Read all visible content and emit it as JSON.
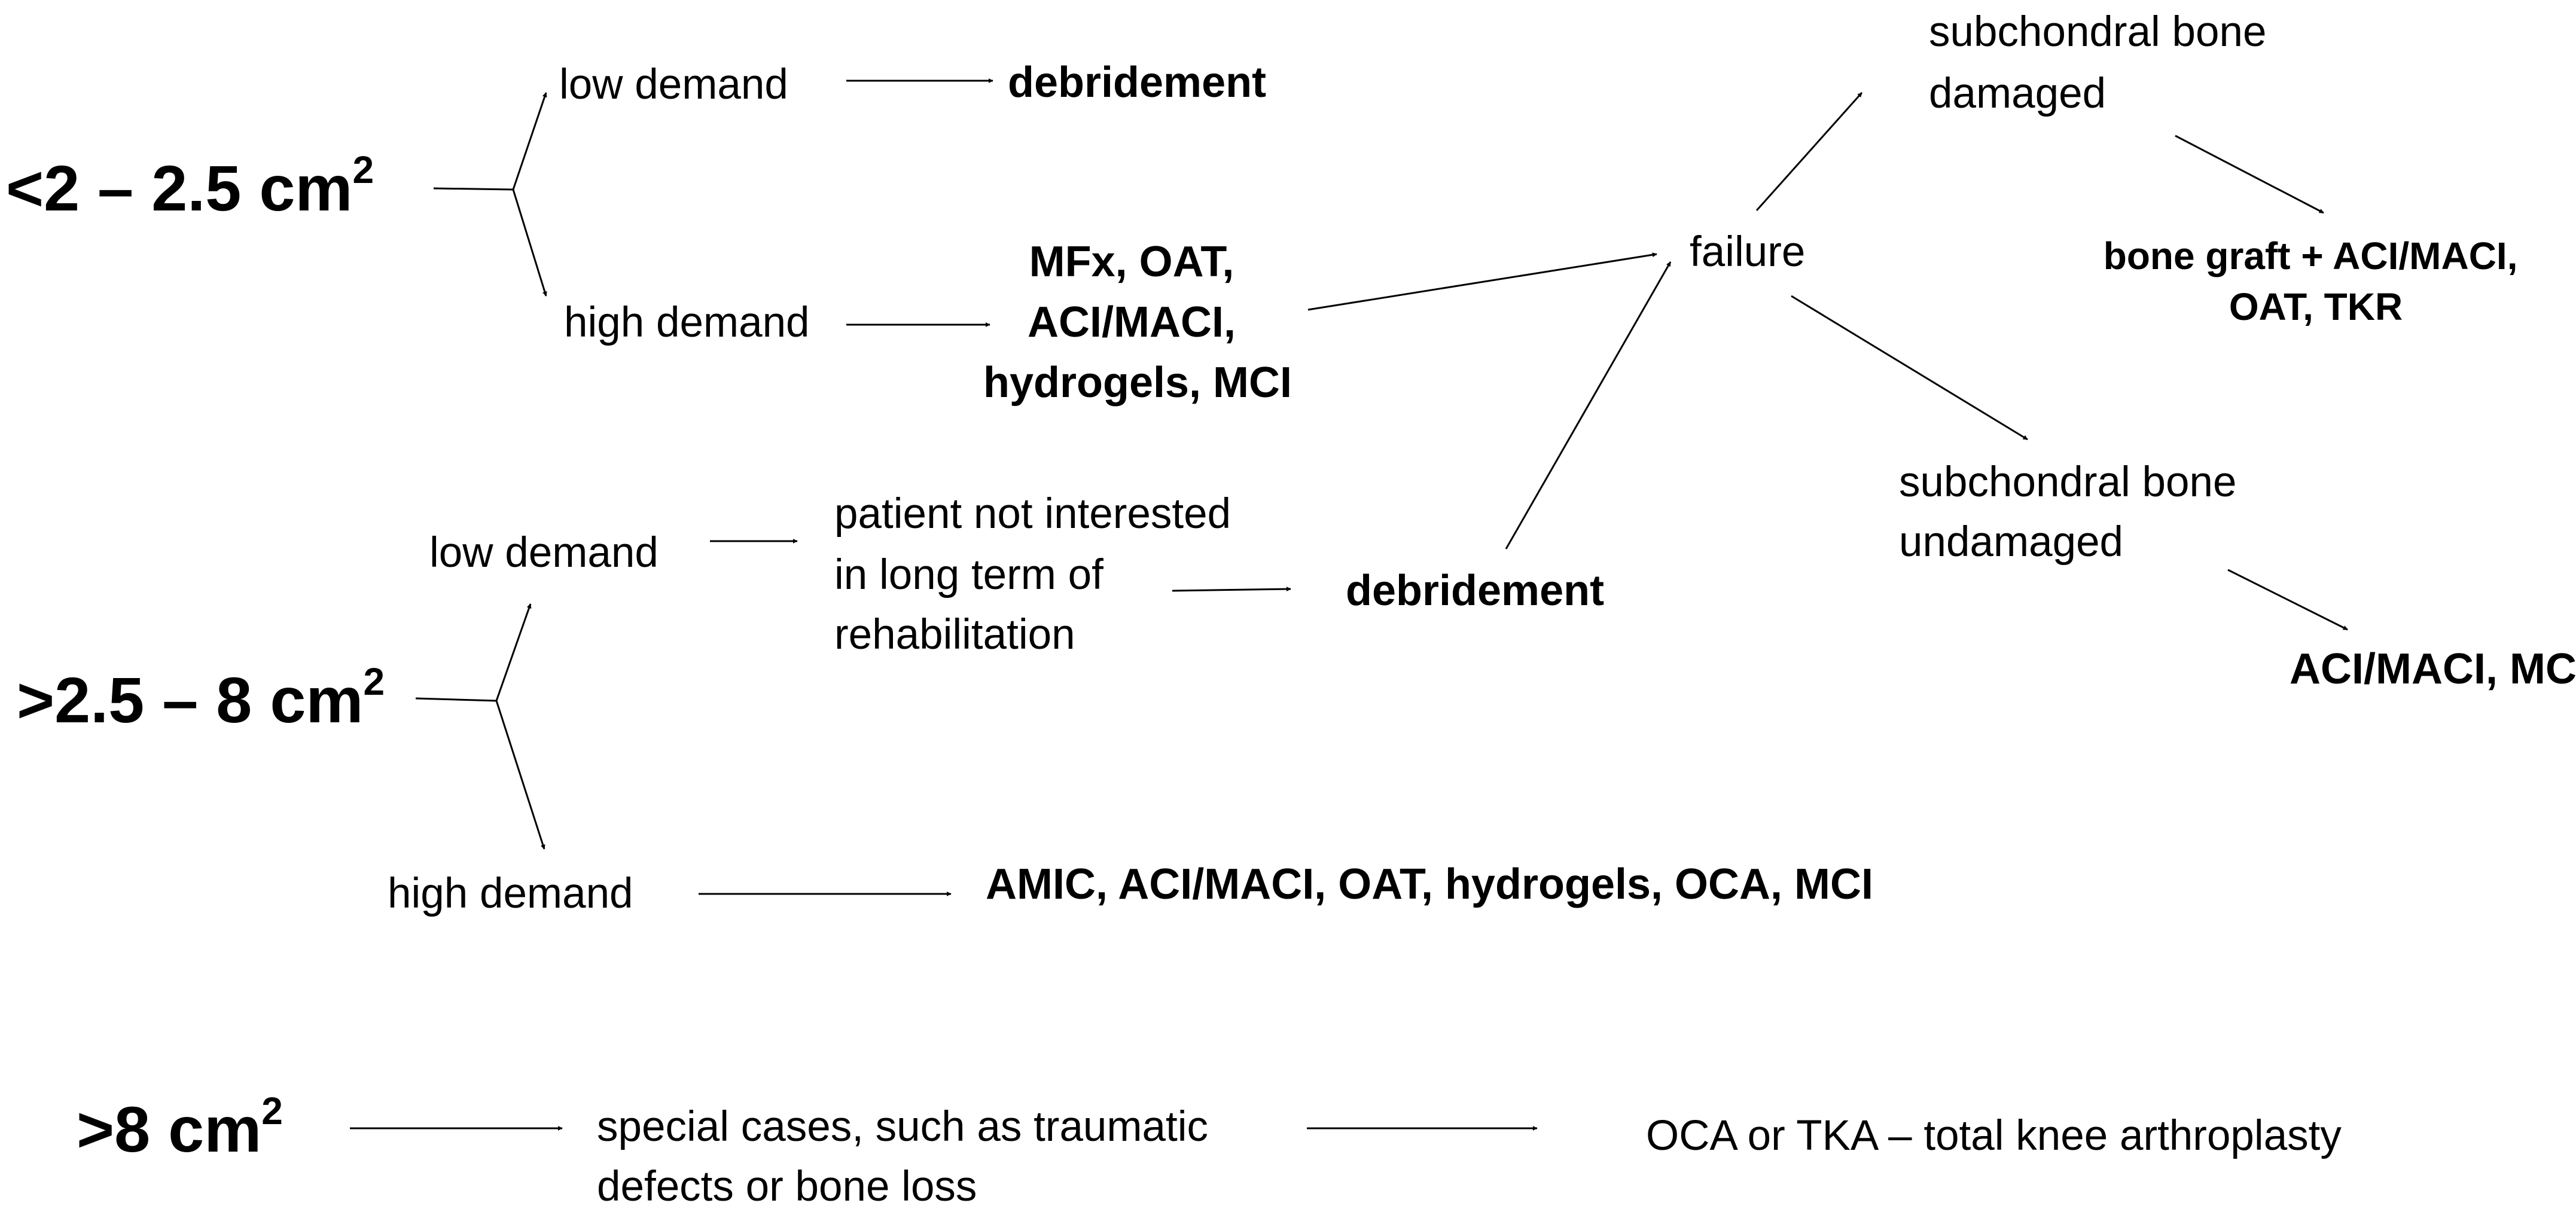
{
  "sizes": {
    "small": {
      "prefix": "<2 – 2.5 cm",
      "sup": "2"
    },
    "medium": {
      "prefix": ">2.5 – 8 cm",
      "sup": "2"
    },
    "large": {
      "prefix": ">8 cm",
      "sup": "2"
    }
  },
  "small_branch": {
    "low_demand": "low demand",
    "low_treatment": "debridement",
    "high_demand": "high demand",
    "high_treatment": [
      "MFx, OAT,",
      "ACI/MACI,",
      "hydrogels, MCI"
    ]
  },
  "failure": {
    "label": "failure",
    "damaged": [
      "subchondral bone",
      "damaged"
    ],
    "damaged_treatment": [
      "bone graft + ACI/MACI,",
      "OAT,  TKR"
    ],
    "undamaged": [
      "subchondral bone",
      "undamaged"
    ],
    "undamaged_treatment": "ACI/MACI, MCI"
  },
  "medium_branch": {
    "low_demand": "low demand",
    "low_note": [
      "patient not interested",
      "in long term of",
      "rehabilitation"
    ],
    "low_treatment": "debridement",
    "high_demand": "high demand",
    "high_treatment": "AMIC, ACI/MACI, OAT, hydrogels, OCA, MCI"
  },
  "large_branch": {
    "note": [
      "special cases, such as traumatic",
      "defects or bone loss"
    ],
    "treatment": "OCA or TKA – total knee arthroplasty"
  }
}
